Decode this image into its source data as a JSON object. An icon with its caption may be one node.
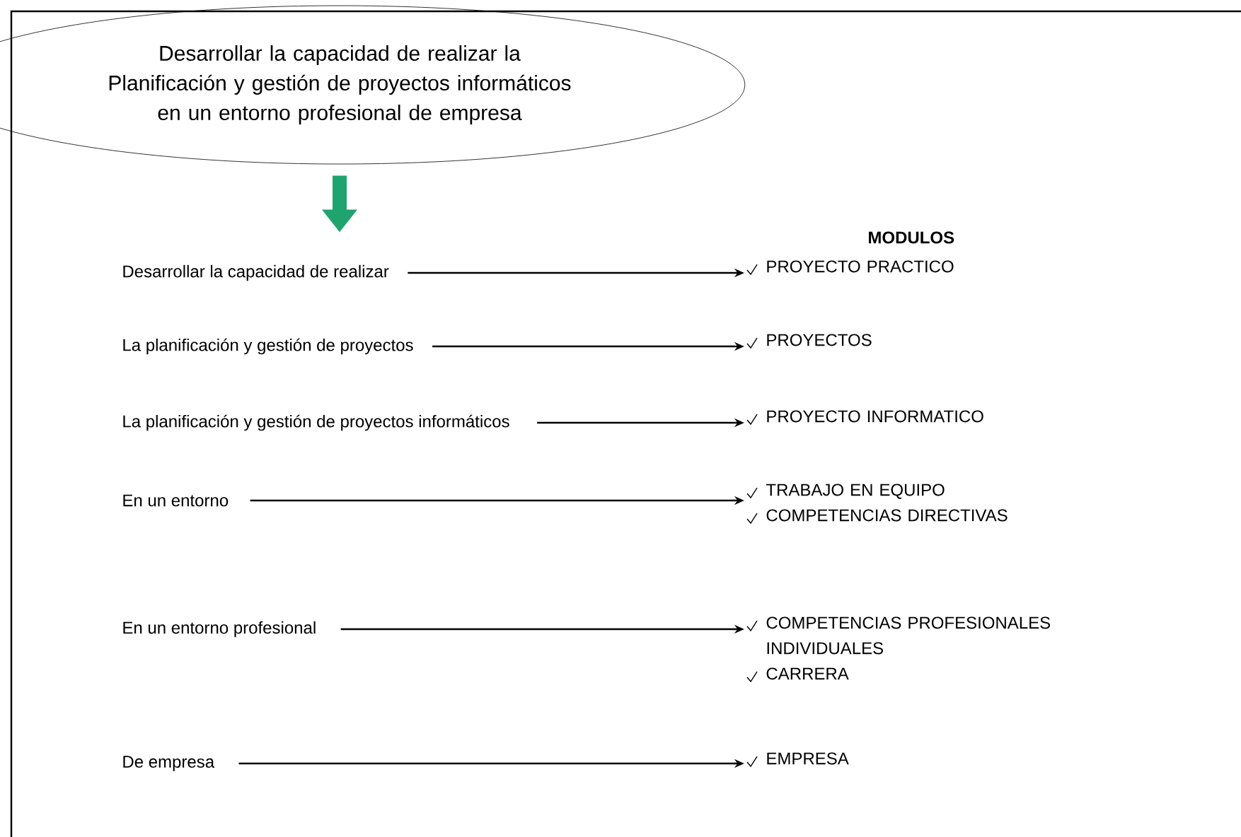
{
  "diagram": {
    "nodes": [
      {
        "text": [
          "Desarrollar la capacidad de realizar la Planificación y gestión de proyectos informáticos en un entorno profesional de empresa"
        ]
      },
      {
        "text": [
          "Desarrollar la capacidad de realizar"
        ]
      },
      {
        "text": [
          "La planificación y gestión de proyectos"
        ]
      },
      {
        "text": [
          "La planificación y gestión de proyectos informáticos"
        ]
      },
      {
        "text": [
          "En un entorno"
        ]
      },
      {
        "text": [
          "En un entorno profesional"
        ]
      },
      {
        "text": [
          "De empresa"
        ]
      },
      {
        "text": [
          "PROYECTO PRACTICO"
        ]
      },
      {
        "text": [
          "PROYECTOS"
        ]
      },
      {
        "text": [
          "PROYECTO INFORMATICO"
        ]
      },
      {
        "text": [
          "TRABAJO EN EQUIPO",
          "COMPETENCIAS DIRECTIVAS"
        ]
      },
      {
        "text": [
          "COMPETENCIAS PROFESIONALES INDIVIDUALES",
          "CARRERA"
        ]
      },
      {
        "text": [
          "EMPRESA"
        ]
      }
    ],
    "edges": [
      {
        "from": 0,
        "to": 1,
        "arrow": "to",
        "style": "thick",
        "color": "#1fa36f"
      },
      {
        "from": 1,
        "to": 7,
        "arrow": "to"
      },
      {
        "from": 2,
        "to": 8,
        "arrow": "to"
      },
      {
        "from": 3,
        "to": 9,
        "arrow": "to"
      },
      {
        "from": 4,
        "to": 10,
        "arrow": "to"
      },
      {
        "from": 5,
        "to": 11,
        "arrow": "to"
      },
      {
        "from": 6,
        "to": 12,
        "arrow": "to"
      }
    ],
    "labels": [
      "MODULOS"
    ]
  }
}
